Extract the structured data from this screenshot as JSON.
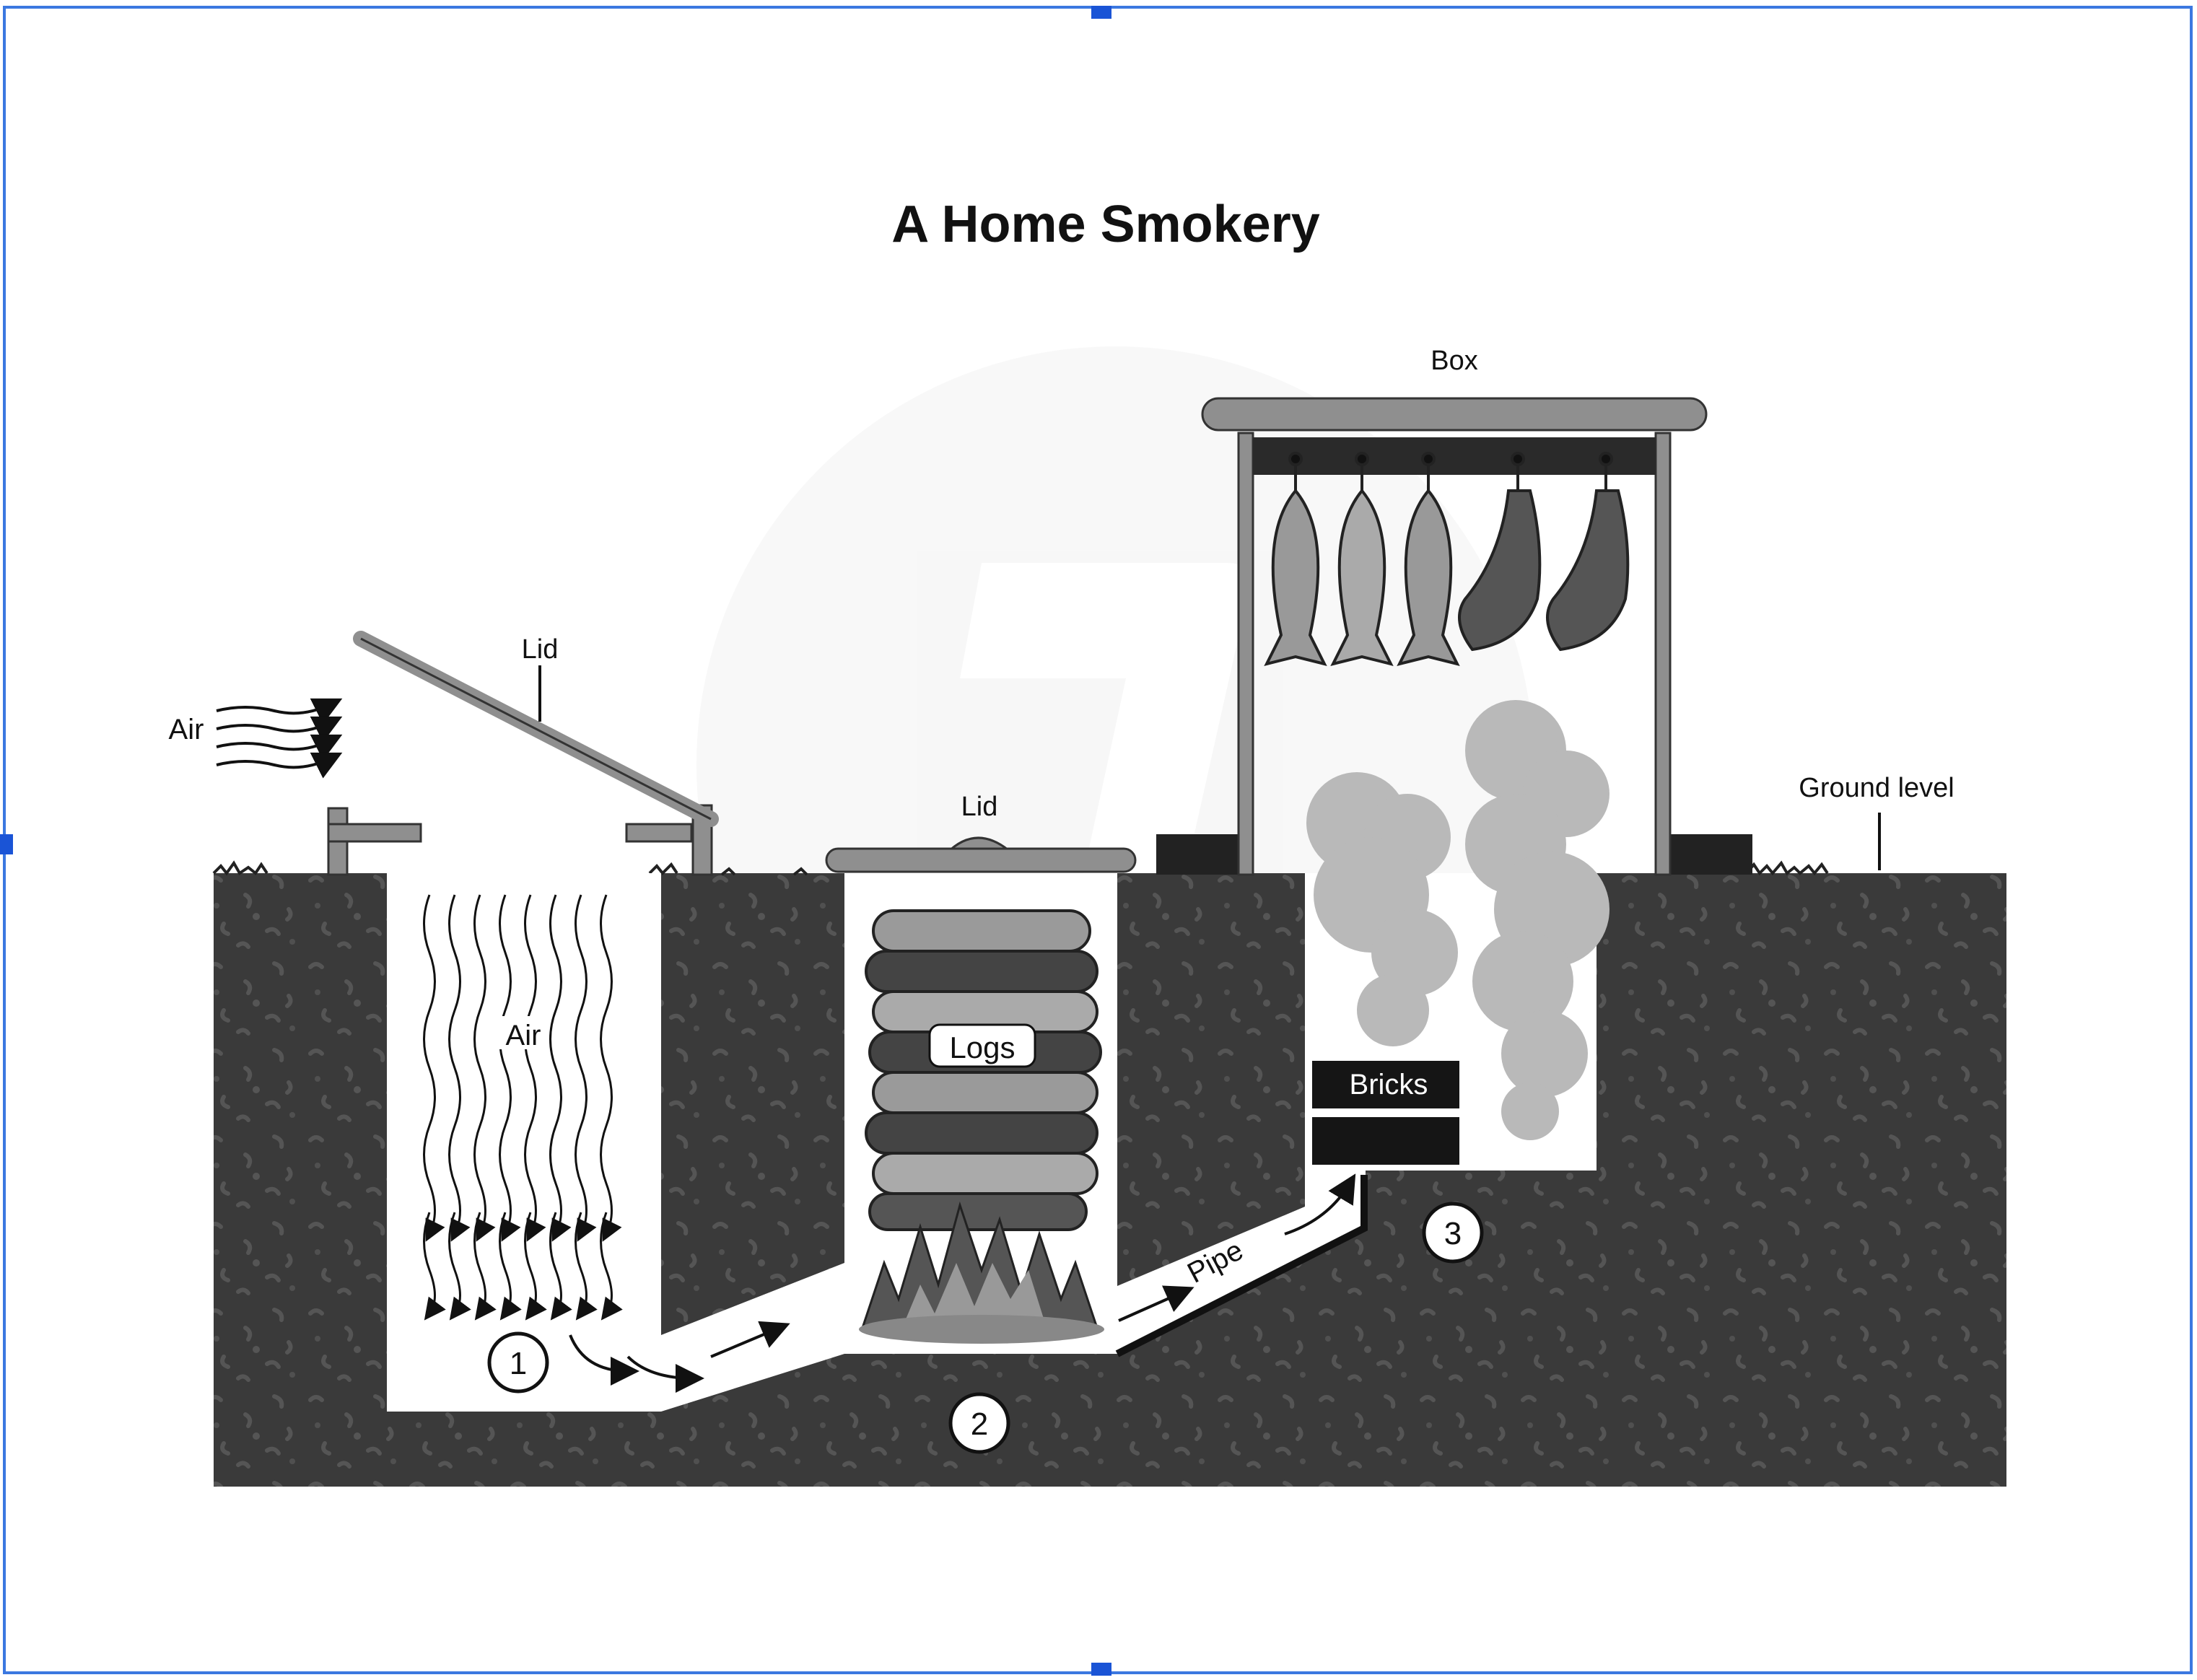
{
  "title": "A Home Smokery",
  "labels": {
    "box": "Box",
    "lid_left": "Lid",
    "lid_middle": "Lid",
    "air_outside": "Air",
    "air_chamber": "Air",
    "ground_level": "Ground level",
    "logs": "Logs",
    "bricks": "Bricks",
    "pipe": "Pipe"
  },
  "stages": [
    "1",
    "2",
    "3"
  ],
  "colors": {
    "soil": "#3a3a3a",
    "soil_speckle": "#4a4a4a",
    "metal": "#8f8f8f",
    "smoke": "#b9b9b9",
    "ink": "#111111",
    "selection": "#1a54d6"
  }
}
